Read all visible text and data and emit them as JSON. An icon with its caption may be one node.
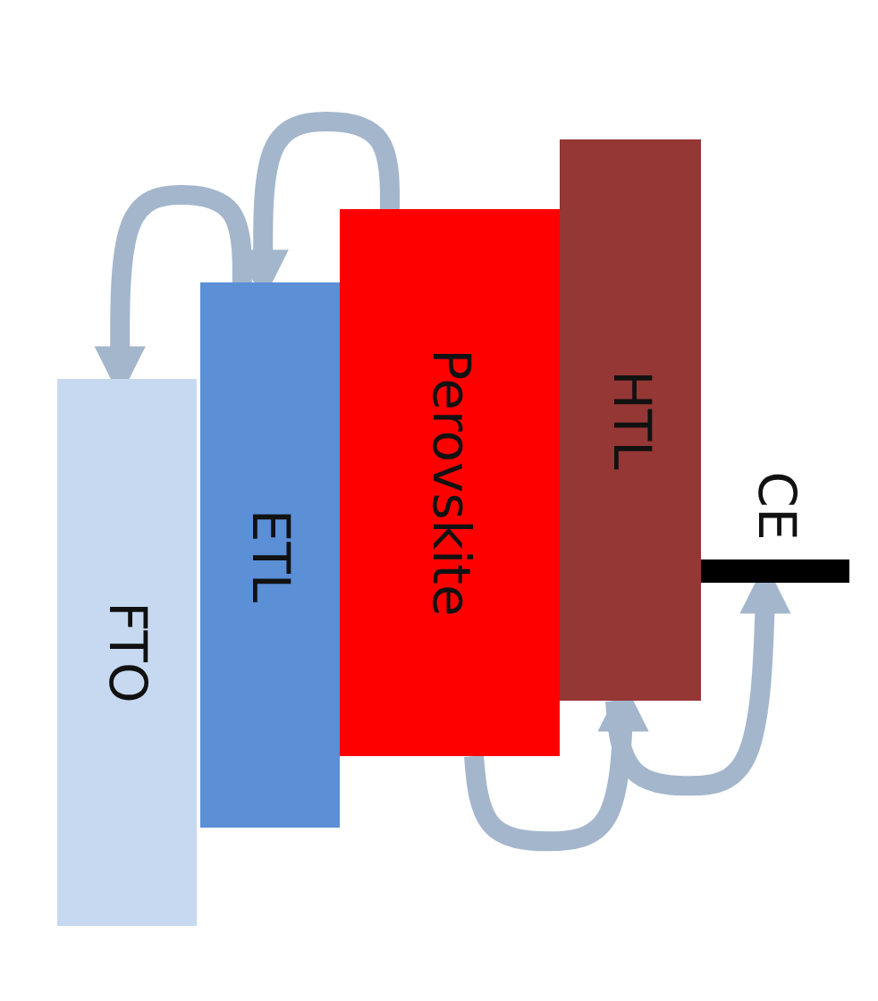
{
  "diagram": {
    "nodes": [
      {
        "text": [
          "FTO"
        ]
      },
      {
        "text": [
          "ETL"
        ]
      },
      {
        "text": [
          "Perovskite"
        ]
      },
      {
        "text": [
          "HTL"
        ]
      },
      {
        "text": [
          "CE"
        ]
      }
    ],
    "edges": [
      {
        "from": 1,
        "to": 0,
        "arrow": "to"
      },
      {
        "from": 2,
        "to": 1,
        "arrow": "to"
      },
      {
        "from": 2,
        "to": 3,
        "arrow": "to"
      },
      {
        "from": 3,
        "to": 4,
        "arrow": "to"
      }
    ]
  }
}
